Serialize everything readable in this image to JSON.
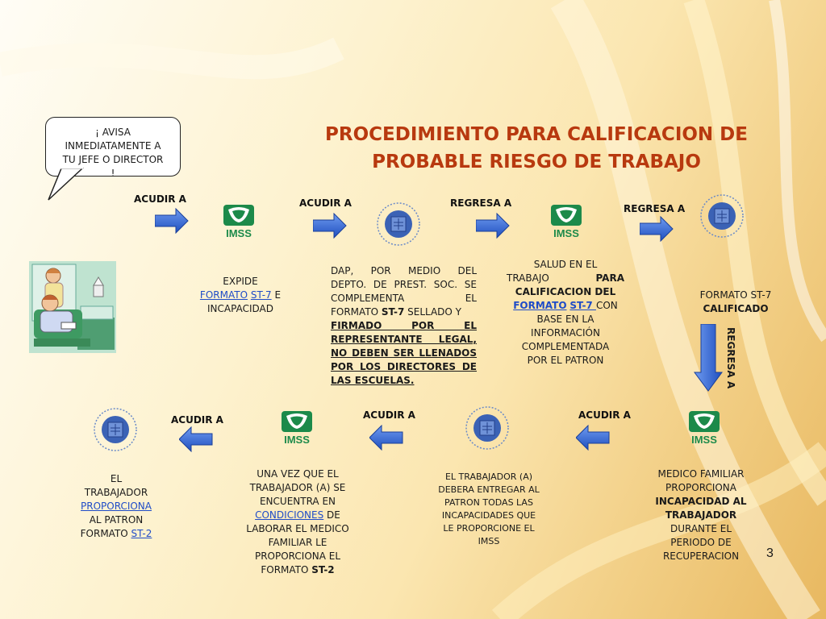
{
  "title": {
    "line1": "PROCEDIMIENTO PARA CALIFICACION DE",
    "line2": "PROBABLE RIESGO DE TRABAJO"
  },
  "bubble": {
    "line1": "¡ AVISA",
    "line2": "INMEDIATAMENTE A",
    "line3": "TU JEFE O DIRECTOR",
    "line4": "!"
  },
  "labels": {
    "acudir_1": "ACUDIR A",
    "acudir_2": "ACUDIR A",
    "regresa_1": "REGRESA  A",
    "regresa_2": "REGRESA A",
    "regresa_vertical": "REGRESA A",
    "acudir_b1": "ACUDIR A",
    "acudir_b2": "ACUDIR A",
    "acudir_b3": "ACUDIR A"
  },
  "step1": {
    "a": "EXPIDE",
    "b": "FORMATO",
    "c": "ST-7",
    "d": "E",
    "e": "INCAPACIDAD"
  },
  "step2": {
    "l1": "DAP, POR MEDIO DEL",
    "l2": "DEPTO. DE PREST. SOC. SE",
    "l3": "COMPLEMENTA EL",
    "l4a": "FORMATO ",
    "l4b": "ST-7",
    "l4c": " SELLADO Y",
    "l5": "FIRMADO POR EL",
    "l6": "REPRESENTANTE LEGAL,",
    "l7": "NO DEBEN SER LLENADOS",
    "l8": "POR LOS DIRECTORES DE",
    "l9": "LAS ESCUELAS."
  },
  "step3": {
    "l1": "SALUD EN EL",
    "l2a": "TRABAJO",
    "l2b": "PARA",
    "l3": "CALIFICACION DEL",
    "l4a": "FORMATO",
    "l4b": "ST-7 ",
    "l4c": "CON",
    "l5": "BASE EN  LA",
    "l6": "INFORMACIÓN",
    "l7": "COMPLEMENTADA",
    "l8": "POR EL PATRON"
  },
  "step4": {
    "l1": "FORMATO ST-7",
    "l2": "CALIFICADO"
  },
  "step5": {
    "l1": "MEDICO FAMILIAR",
    "l2": "PROPORCIONA",
    "l3": "INCAPACIDAD AL",
    "l4": "TRABAJADOR",
    "l5": "DURANTE EL",
    "l6": "PERIODO DE",
    "l7": "RECUPERACION"
  },
  "step6": {
    "l1": "EL TRABAJADOR (A)",
    "l2": "DEBERA ENTREGAR AL",
    "l3": "PATRON TODAS LAS",
    "l4": "INCAPACIDADES QUE",
    "l5": "LE PROPORCIONE EL",
    "l6": "IMSS"
  },
  "step7": {
    "l1": "UNA VEZ QUE EL",
    "l2": "TRABAJADOR (A) SE",
    "l3": "ENCUENTRA EN",
    "l4a": "CONDICIONES",
    "l4b": " DE",
    "l5": "LABORAR EL MEDICO",
    "l6": "FAMILIAR LE",
    "l7": "PROPORCIONA EL",
    "l8a": "FORMATO ",
    "l8b": "ST-2"
  },
  "step8": {
    "l1": "EL",
    "l2": "TRABAJADOR",
    "l3": "PROPORCIONA",
    "l4": "AL PATRON",
    "l5a": "FORMATO ",
    "l5b": "ST-2"
  },
  "imss_logo_text": "IMSS",
  "page_number": "3",
  "colors": {
    "title": "#b8390f",
    "arrow": "#2a5fd0",
    "imss_green": "#1c8a4a",
    "link": "#1f4cc7"
  }
}
